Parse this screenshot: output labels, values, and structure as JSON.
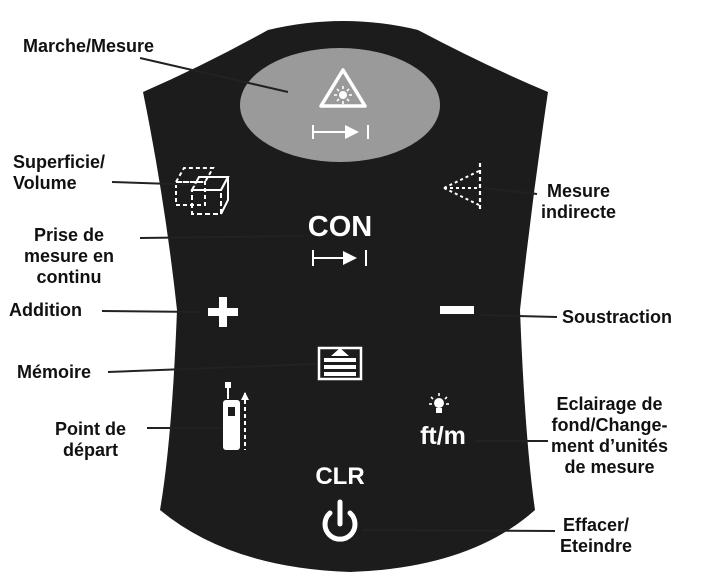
{
  "labels": {
    "marche_mesure": "Marche/Mesure",
    "superficie_volume": [
      "Superficie/",
      "Volume"
    ],
    "prise_de_mesure": [
      "Prise de",
      "mesure en",
      "continu"
    ],
    "addition": "Addition",
    "memoire": "Mémoire",
    "point_de_depart": [
      "Point de",
      "départ"
    ],
    "mesure_indirecte": [
      "Mesure",
      "indirecte"
    ],
    "soustraction": "Soustraction",
    "eclairage": [
      "Eclairage de",
      "fond/Change-",
      "ment d’unités",
      "de mesure"
    ],
    "effacer": [
      "Effacer/",
      "Eteindre"
    ]
  },
  "keys": {
    "con": "CON",
    "units": "ft/m",
    "clr": "CLR"
  },
  "colors": {
    "keypad_body": "#1c1c1c",
    "measure_button": "#9a9a9a",
    "key_symbol": "#ffffff",
    "label_text": "#111111",
    "leader_line": "#222222"
  },
  "icons": [
    "laser-warning-icon",
    "measure-arrow-icon",
    "area-volume-icon",
    "indirect-measure-icon",
    "plus-icon",
    "minus-icon",
    "memory-icon",
    "reference-point-icon",
    "lightbulb-icon",
    "power-icon"
  ]
}
